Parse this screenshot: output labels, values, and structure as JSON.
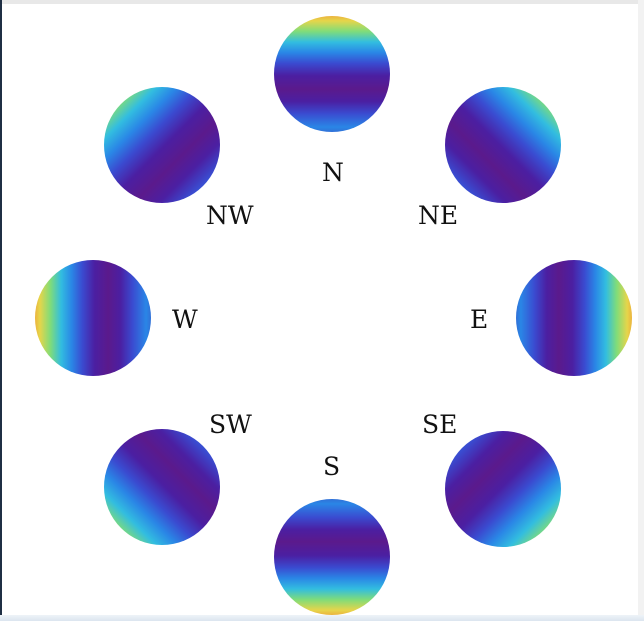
{
  "directions": [
    {
      "id": "n",
      "label": "N",
      "angle_deg": 0
    },
    {
      "id": "ne",
      "label": "NE",
      "angle_deg": 45
    },
    {
      "id": "e",
      "label": "E",
      "angle_deg": 90
    },
    {
      "id": "se",
      "label": "SE",
      "angle_deg": 135
    },
    {
      "id": "s",
      "label": "S",
      "angle_deg": 180
    },
    {
      "id": "sw",
      "label": "SW",
      "angle_deg": 225
    },
    {
      "id": "w",
      "label": "W",
      "angle_deg": 270
    },
    {
      "id": "nw",
      "label": "NW",
      "angle_deg": 315
    }
  ],
  "colormap": [
    "#5b1a8c",
    "#4b1fa2",
    "#3a4bd0",
    "#2a86e6",
    "#32bde0",
    "#7fdc7a",
    "#e6d54a",
    "#f28a30",
    "#e0281c"
  ]
}
